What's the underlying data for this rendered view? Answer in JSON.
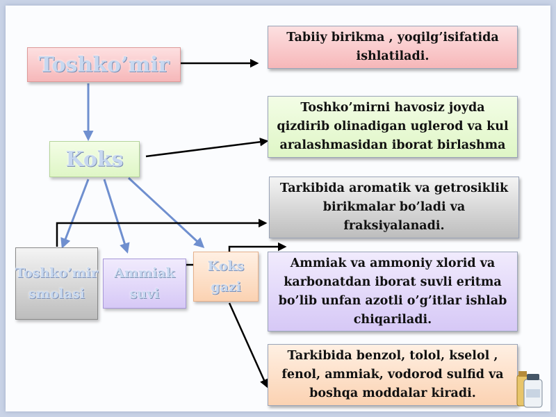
{
  "nodes": {
    "toshkomir": "Toshko’mir",
    "koks": "Koks",
    "toshkomir_smolasi": "Toshko’mir smolasi",
    "ammiak_suvi": "Ammiak suvi",
    "koks_gazi": "Koks gazi"
  },
  "descriptions": {
    "toshkomir": "Tabiiy birikma , yoqilg’isifatida ishlatiladi.",
    "koks": "Toshko’mirni havosiz joyda qizdirib olinadigan uglerod va kul aralashmasidan iborat birlashma",
    "smola": "Tarkibida aromatik va getrosiklik birikmalar bo’ladi va fraksiyalanadi.",
    "ammiak": "Ammiak va ammoniy xlorid va karbonatdan iborat suvli eritma bo’lib unfan azotli o’g’itlar ishlab chiqariladi.",
    "koks_gazi": "Tarkibida benzol, tolol, kselol , fenol, ammiak, vodorod sulfid va boshqa moddalar kiradi."
  },
  "colors": {
    "pink": "#f6b7b9",
    "green": "#dff6c6",
    "gray": "#bdbdbd",
    "purple": "#d6c8f6",
    "peach": "#fbd2b2",
    "blue_arrow": "#6f8fcf",
    "black_arrow": "#000000"
  }
}
